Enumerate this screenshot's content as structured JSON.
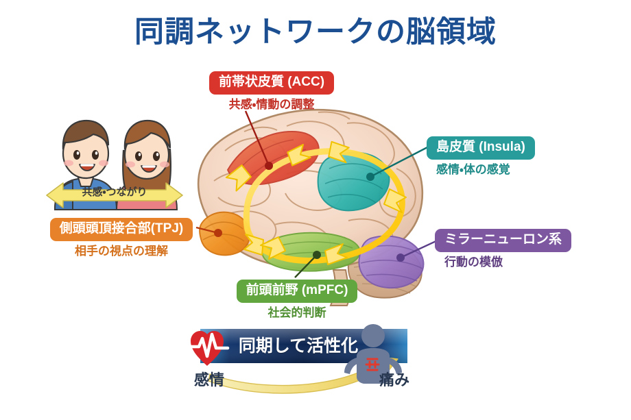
{
  "page": {
    "title": "同調ネットワークの脳領域",
    "title_color": "#1b4f92",
    "background": "#ffffff"
  },
  "people": {
    "arrow_label": "共感・つながり",
    "arrow_color": "#f7e27a",
    "left_person": "boy-blue-shirt",
    "right_person": "girl-pink-shirt",
    "icon": "two-people-illustration"
  },
  "brain": {
    "icon": "brain-lateral-illustration",
    "loop_icon": "sync-loop-arrows",
    "loop_color": "#ffd629",
    "regions": [
      {
        "key": "acc",
        "name": "anterior-cingulate-cortex",
        "color": "#e0523f"
      },
      {
        "key": "insula",
        "name": "insula",
        "color": "#2fb3ad"
      },
      {
        "key": "tpj",
        "name": "temporoparietal-junction",
        "color": "#ef8a1f"
      },
      {
        "key": "mpfc",
        "name": "medial-prefrontal-cortex",
        "color": "#8cc152"
      },
      {
        "key": "mirror",
        "name": "mirror-neuron-system",
        "color": "#9b72c4"
      }
    ]
  },
  "callouts": {
    "acc": {
      "label": "前帯状皮質 (ACC)",
      "sub": "共感・情動の調整",
      "color": "#d9352c",
      "sub_color": "#c23026"
    },
    "insula": {
      "label": "島皮質 (Insula)",
      "sub": "感情・体の感覚",
      "color": "#289c9a",
      "sub_color": "#1f8b89"
    },
    "tpj": {
      "label": "側頭頭頂接合部(TPJ)",
      "sub": "相手の視点の理解",
      "color": "#e8822a",
      "sub_color": "#d4701b"
    },
    "mpfc": {
      "label": "前頭前野 (mPFC)",
      "sub": "社会的判断",
      "color": "#62a63f",
      "sub_color": "#4f8f31"
    },
    "mirror": {
      "label": "ミラーニューロン系",
      "sub": "行動の模倣",
      "color": "#7d579f",
      "sub_color": "#5f3f80"
    }
  },
  "bottom": {
    "banner_text": "同期して活性化",
    "banner_color_dark": "#0e2a5c",
    "banner_color_light": "#3f9ad1",
    "arrow_color": "#f2dc7e",
    "emotion_label": "感情",
    "emotion_icon": "heart-pulse-icon",
    "emotion_color": "#d8262a",
    "pain_label": "痛み",
    "pain_icon": "person-back-pain-icon",
    "pain_color": "#6b7a99",
    "label_color": "#27374f"
  }
}
